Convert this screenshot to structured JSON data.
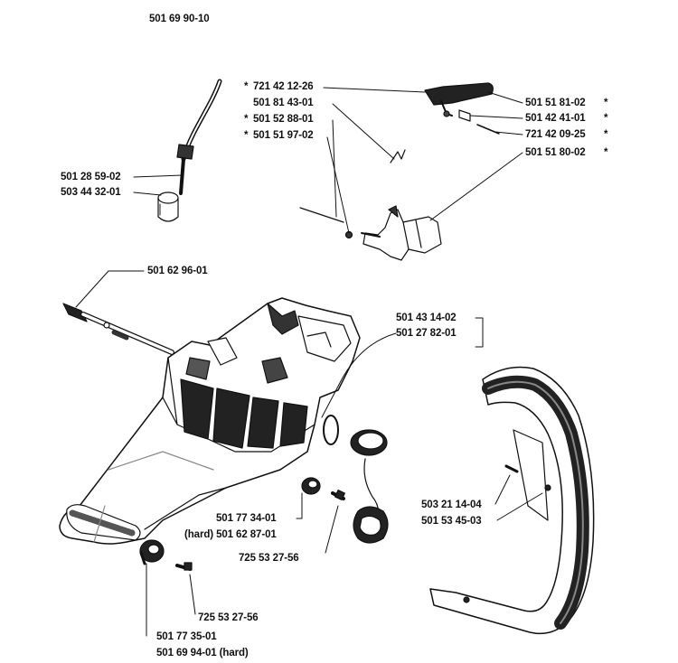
{
  "header": {
    "part_number": "501 69 90-10"
  },
  "callouts": {
    "c721421226": "721 42 12-26",
    "c501814301": "501 81 43-01",
    "c501528801": "501 52 88-01",
    "c501519702": "501 51 97-02",
    "c501518102": "501 51 81-02",
    "c501424101": "501 42 41-01",
    "c721420925": "721 42 09-25",
    "c501518002": "501 51 80-02",
    "c501285902": "501 28 59-02",
    "c503443201": "503 44 32-01",
    "c501629601": "501 62 96-01",
    "c501431402": "501 43 14-02",
    "c501278201": "501 27 82-01",
    "c503211404": "503 21 14-04",
    "c501534503": "501 53 45-03",
    "c501773401": "501 77 34-01",
    "c501628701": "(hard) 501 62 87-01",
    "c725532756a": "725 53 27-56",
    "c725532756b": "725 53 27-56",
    "c501773501": "501 77 35-01",
    "c501699401": "501 69 94-01 (hard)"
  },
  "star": "*"
}
